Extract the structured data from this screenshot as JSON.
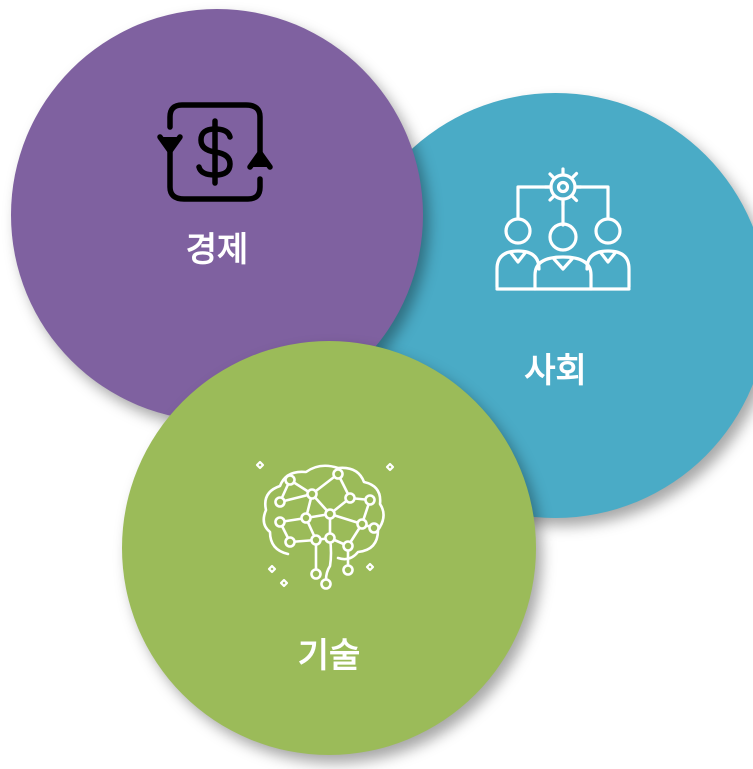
{
  "colors": {
    "economy": "#7f61a0",
    "society": "#4aabc6",
    "technology": "#9bbb59",
    "icon_stroke": "#ffffff"
  },
  "circles": [
    {
      "id": "economy",
      "label": "경제",
      "icon": "dollar-exchange-icon"
    },
    {
      "id": "society",
      "label": "사회",
      "icon": "people-network-gear-icon"
    },
    {
      "id": "technology",
      "label": "기술",
      "icon": "neural-brain-icon"
    }
  ]
}
